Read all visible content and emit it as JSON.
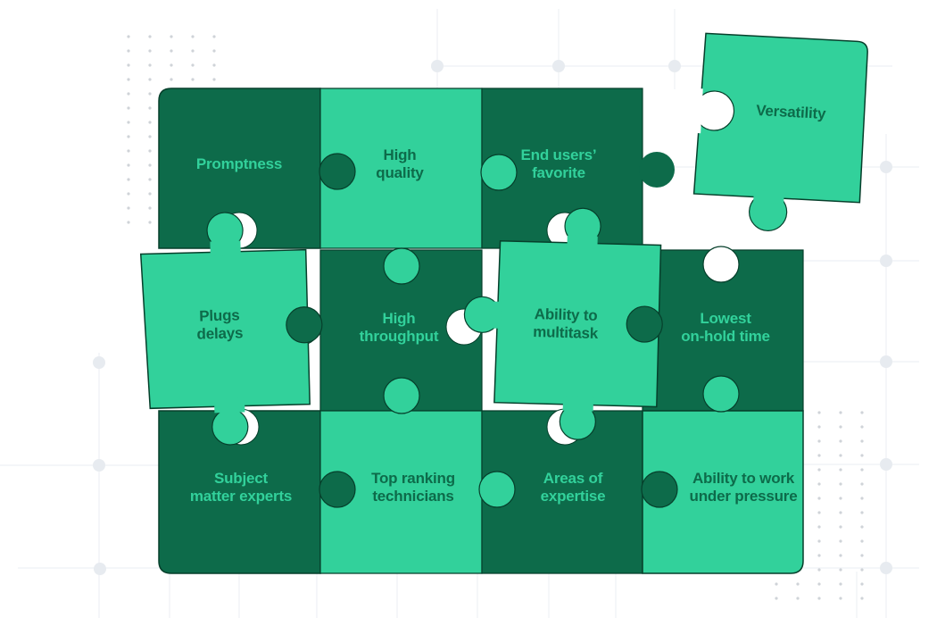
{
  "colors": {
    "dark": "#0d6b4a",
    "light": "#32d19b",
    "outline": "#063f2b",
    "text_on_dark": "#32d19b",
    "text_on_light": "#0d6b4a",
    "background": "#ffffff",
    "grid": "#eef1f5",
    "dots": "#cfd3d8"
  },
  "pieces": [
    {
      "id": "promptness",
      "lines": [
        "Promptness"
      ],
      "tone": "dark"
    },
    {
      "id": "high-quality",
      "lines": [
        "High",
        "quality"
      ],
      "tone": "light"
    },
    {
      "id": "end-users-favorite",
      "lines": [
        "End users’",
        "favorite"
      ],
      "tone": "dark"
    },
    {
      "id": "versatility",
      "lines": [
        "Versatility"
      ],
      "tone": "light"
    },
    {
      "id": "plugs-delays",
      "lines": [
        "Plugs",
        "delays"
      ],
      "tone": "light"
    },
    {
      "id": "high-throughput",
      "lines": [
        "High",
        "throughput"
      ],
      "tone": "dark"
    },
    {
      "id": "ability-to-multitask",
      "lines": [
        "Ability to",
        "multitask"
      ],
      "tone": "light"
    },
    {
      "id": "lowest-on-hold-time",
      "lines": [
        "Lowest",
        "on-hold time"
      ],
      "tone": "dark"
    },
    {
      "id": "subject-matter-experts",
      "lines": [
        "Subject",
        "matter experts"
      ],
      "tone": "dark"
    },
    {
      "id": "top-ranking-technicians",
      "lines": [
        "Top ranking",
        "technicians"
      ],
      "tone": "light"
    },
    {
      "id": "areas-of-expertise",
      "lines": [
        "Areas of",
        "expertise"
      ],
      "tone": "dark"
    },
    {
      "id": "ability-to-work-under-pressure",
      "lines": [
        "Ability to work",
        "under pressure"
      ],
      "tone": "light"
    }
  ]
}
